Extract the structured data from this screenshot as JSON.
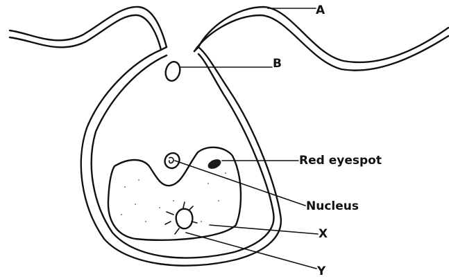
{
  "labels": {
    "a": "A",
    "b": "B",
    "red_eyespot": "Red eyespot",
    "nucleus": "Nucleus",
    "x": "X",
    "y": "Y"
  },
  "colors": {
    "ink": "#111111",
    "background": "#ffffff",
    "eyespot": "#1a1a1a",
    "stipple": "#777777"
  }
}
